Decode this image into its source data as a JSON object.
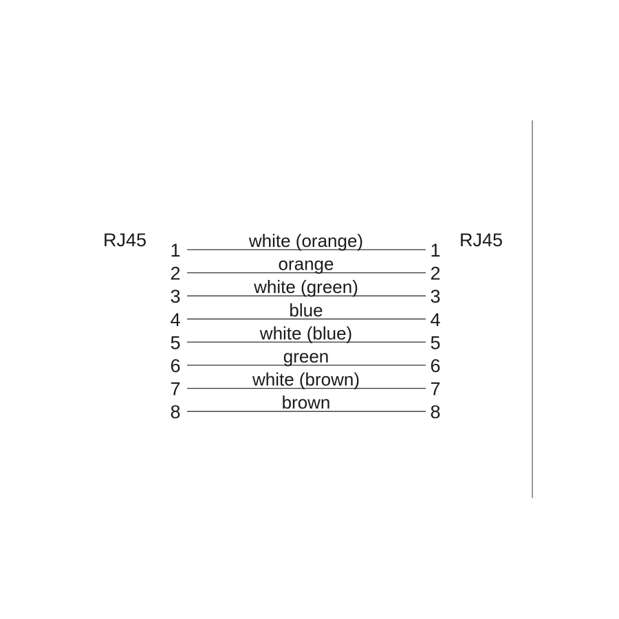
{
  "connector_left": {
    "label": "RJ45"
  },
  "connector_right": {
    "label": "RJ45"
  },
  "wires": [
    {
      "pin_left": "1",
      "color": "white (orange)",
      "pin_right": "1"
    },
    {
      "pin_left": "2",
      "color": "orange",
      "pin_right": "2"
    },
    {
      "pin_left": "3",
      "color": "white (green)",
      "pin_right": "3"
    },
    {
      "pin_left": "4",
      "color": "blue",
      "pin_right": "4"
    },
    {
      "pin_left": "5",
      "color": "white (blue)",
      "pin_right": "5"
    },
    {
      "pin_left": "6",
      "color": "green",
      "pin_right": "6"
    },
    {
      "pin_left": "7",
      "color": "white (brown)",
      "pin_right": "7"
    },
    {
      "pin_left": "8",
      "color": "brown",
      "pin_right": "8"
    }
  ]
}
